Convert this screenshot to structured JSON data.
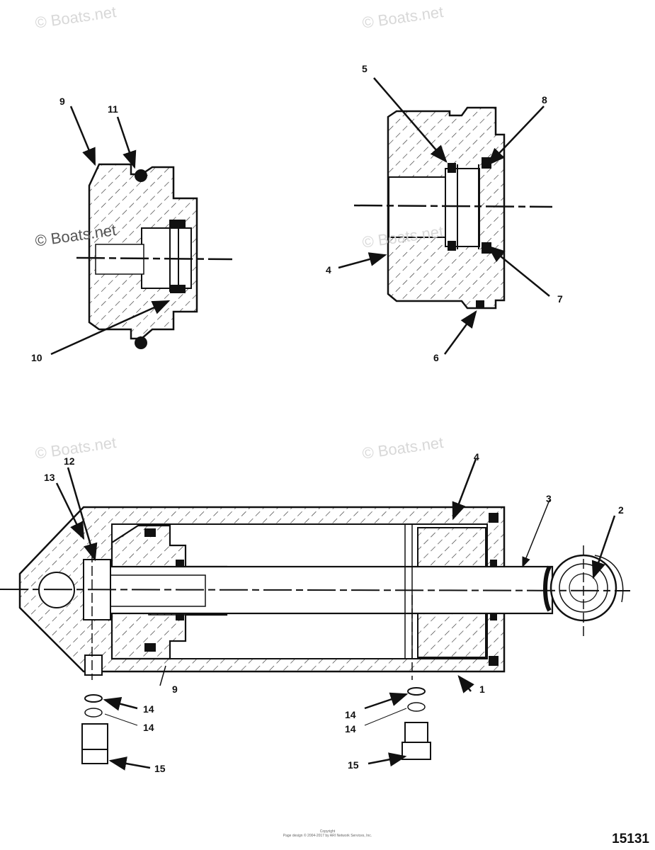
{
  "watermark": "© Boats.net",
  "callouts": {
    "c1": "1",
    "c2": "2",
    "c3": "3",
    "c4a": "4",
    "c4b": "4",
    "c5": "5",
    "c6": "6",
    "c7": "7",
    "c8": "8",
    "c9a": "9",
    "c9b": "9",
    "c10": "10",
    "c11": "11",
    "c12": "12",
    "c13": "13",
    "c14a": "14",
    "c14b": "14",
    "c14c": "14",
    "c14d": "14",
    "c15a": "15",
    "c15b": "15"
  },
  "drawing_number": "15131",
  "copyright_lines": [
    "Copyright",
    "Page design © 2004-2017 by ARI Network Services, Inc."
  ]
}
